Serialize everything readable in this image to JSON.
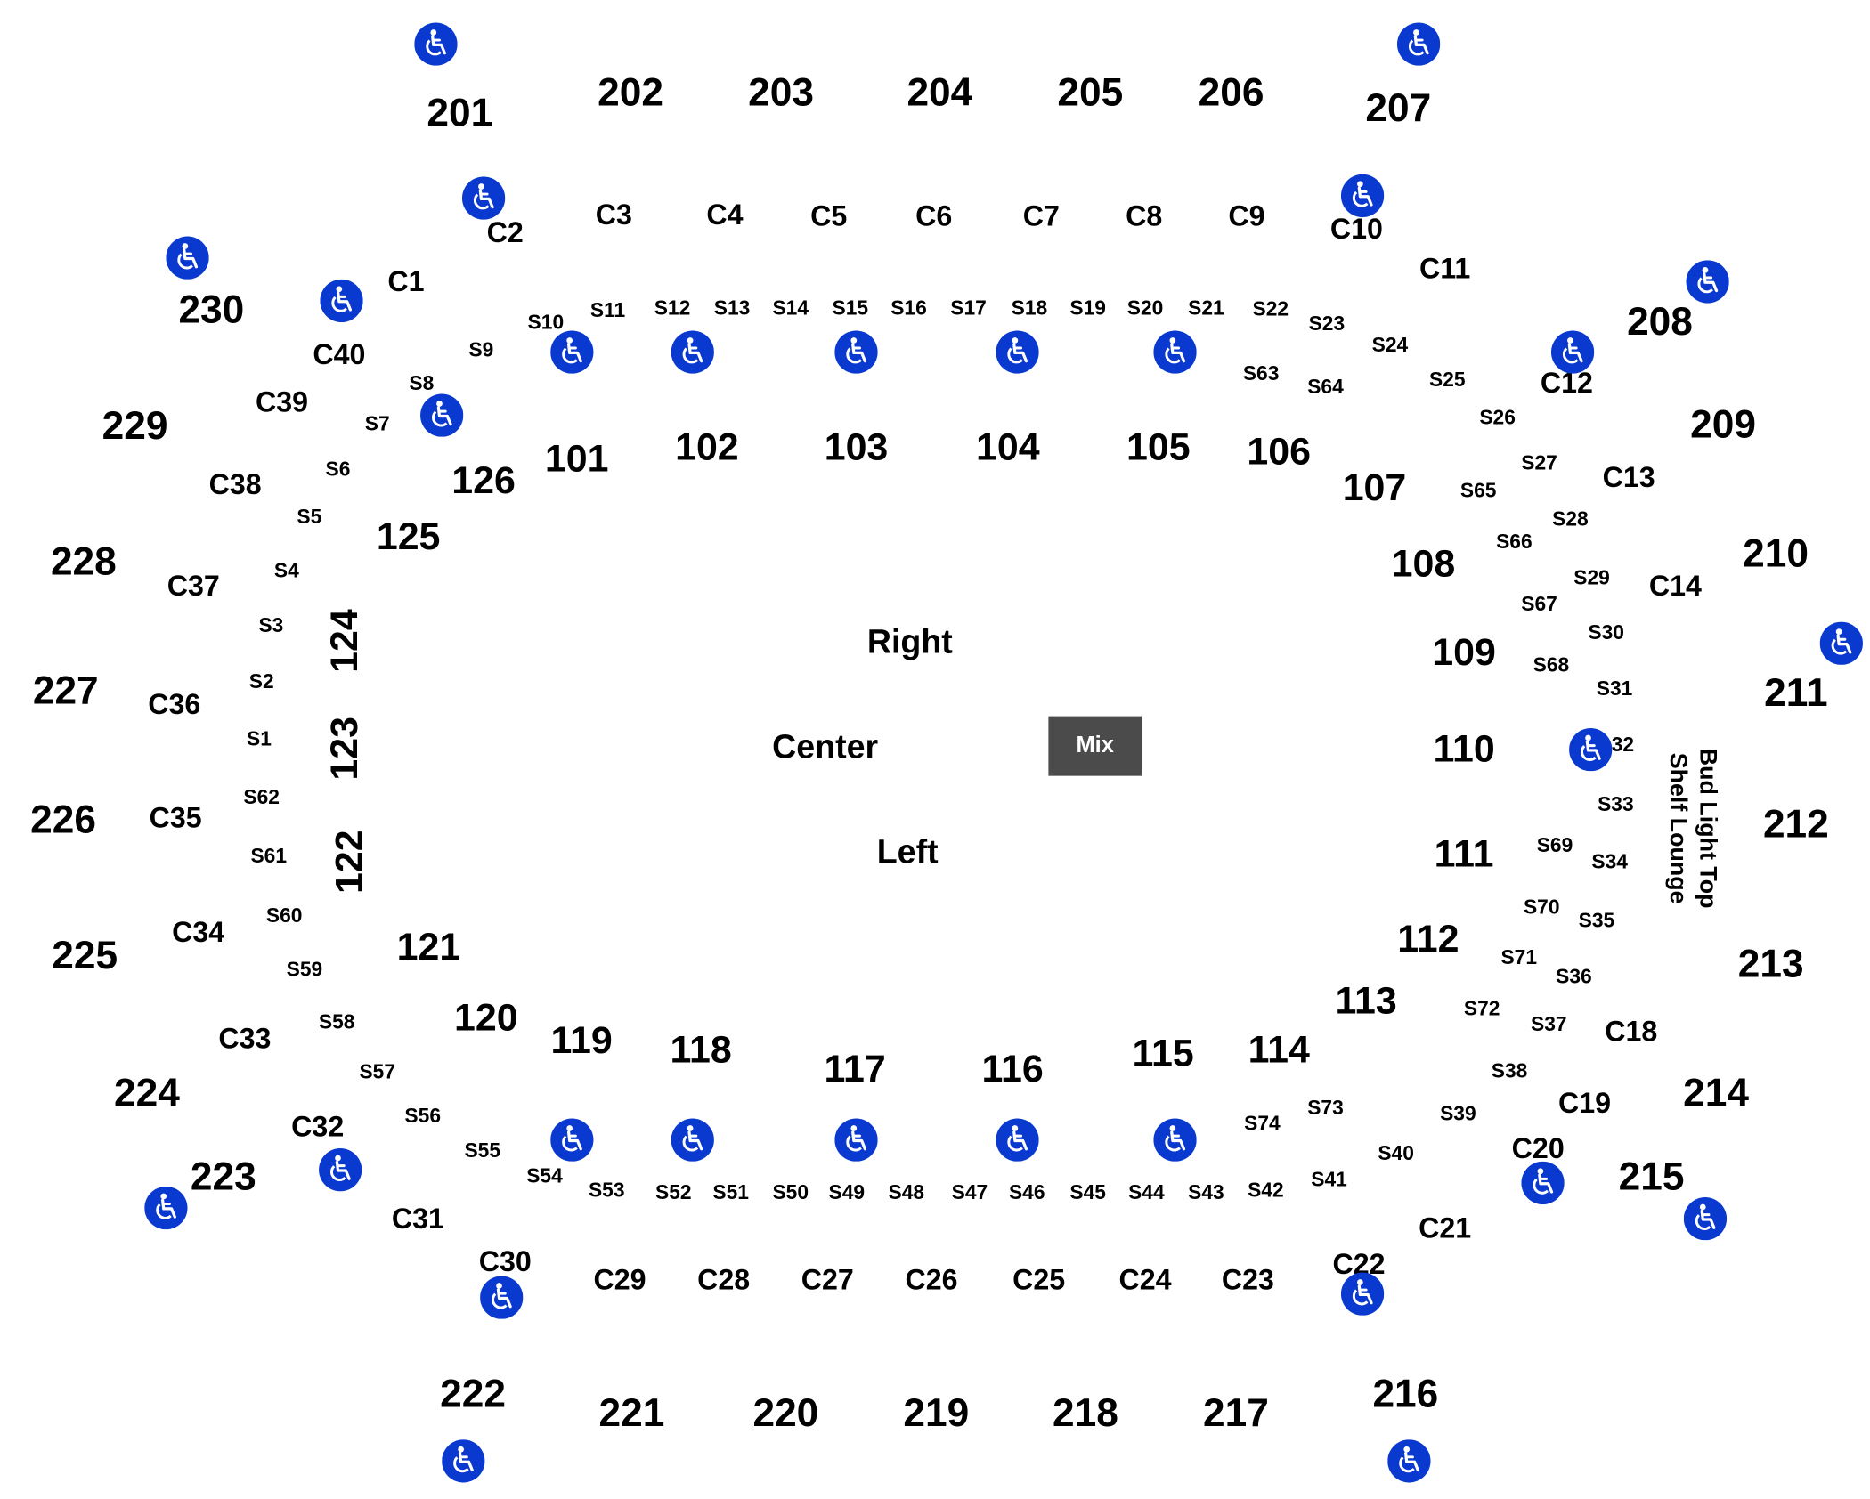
{
  "colors": {
    "ada_icon": "#0a39d0",
    "mix_box": "#4b4b4b",
    "text": "#000000",
    "background": "#ffffff"
  },
  "icon_name": "wheelchair-icon",
  "mix": "Mix",
  "zones": {
    "right": "Right",
    "center": "Center",
    "left": "Left"
  },
  "lounge": {
    "line1": "Bud Light Top",
    "line2": "Shelf Lounge"
  },
  "upper_sections": [
    "201",
    "202",
    "203",
    "204",
    "205",
    "206",
    "207",
    "208",
    "209",
    "210",
    "211",
    "212",
    "213",
    "214",
    "215",
    "216",
    "217",
    "218",
    "219",
    "220",
    "221",
    "222",
    "223",
    "224",
    "225",
    "226",
    "227",
    "228",
    "229",
    "230"
  ],
  "lower_sections": [
    "101",
    "102",
    "103",
    "104",
    "105",
    "106",
    "107",
    "108",
    "109",
    "110",
    "111",
    "112",
    "113",
    "114",
    "115",
    "116",
    "117",
    "118",
    "119",
    "120",
    "121",
    "122",
    "123",
    "124",
    "125",
    "126"
  ],
  "club_sections": [
    "C1",
    "C2",
    "C3",
    "C4",
    "C5",
    "C6",
    "C7",
    "C8",
    "C9",
    "C10",
    "C11",
    "C12",
    "C13",
    "C14",
    "C18",
    "C19",
    "C20",
    "C21",
    "C22",
    "C23",
    "C24",
    "C25",
    "C26",
    "C27",
    "C28",
    "C29",
    "C30",
    "C31",
    "C32",
    "C33",
    "C34",
    "C35",
    "C36",
    "C37",
    "C38",
    "C39",
    "C40"
  ],
  "suites": [
    "S1",
    "S2",
    "S3",
    "S4",
    "S5",
    "S6",
    "S7",
    "S8",
    "S9",
    "S10",
    "S11",
    "S12",
    "S13",
    "S14",
    "S15",
    "S16",
    "S17",
    "S18",
    "S19",
    "S20",
    "S21",
    "S22",
    "S23",
    "S24",
    "S25",
    "S26",
    "S27",
    "S28",
    "S29",
    "S30",
    "S31",
    "32",
    "S33",
    "S34",
    "S35",
    "S36",
    "S37",
    "S38",
    "S39",
    "S40",
    "S41",
    "S42",
    "S43",
    "S44",
    "S45",
    "S46",
    "S47",
    "S48",
    "S49",
    "S50",
    "S51",
    "S52",
    "S53",
    "S54",
    "S55",
    "S56",
    "S57",
    "S58",
    "S59",
    "S60",
    "S61",
    "S62",
    "S63",
    "S64",
    "S65",
    "S66",
    "S67",
    "S68",
    "S69",
    "S70",
    "S71",
    "S72",
    "S73",
    "S74"
  ]
}
